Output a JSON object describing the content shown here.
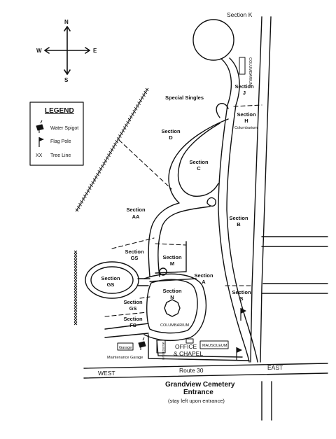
{
  "map": {
    "top_label": "Section K",
    "compass": {
      "n": "N",
      "s": "S",
      "e": "E",
      "w": "W"
    },
    "legend": {
      "title": "LEGEND",
      "items": [
        {
          "icon": "water-spigot-icon",
          "label": "Water Spigot"
        },
        {
          "icon": "flag-pole-icon",
          "label": "Flag Pole"
        },
        {
          "icon": "tree-line-icon",
          "symbol": "XX",
          "label": "Tree Line"
        }
      ]
    },
    "sections": [
      {
        "line1": "Section",
        "line2": "J"
      },
      {
        "line1": "Section",
        "line2": "H"
      },
      {
        "line1": "Section",
        "line2": "D"
      },
      {
        "line1": "Section",
        "line2": "C"
      },
      {
        "line1": "Section",
        "line2": "AA"
      },
      {
        "line1": "Section",
        "line2": "B"
      },
      {
        "line1": "Section",
        "line2": "GS"
      },
      {
        "line1": "Section",
        "line2": "M"
      },
      {
        "line1": "Section",
        "line2": "GS"
      },
      {
        "line1": "Section",
        "line2": "A"
      },
      {
        "line1": "Section",
        "line2": "N"
      },
      {
        "line1": "Section",
        "line2": "S"
      },
      {
        "line1": "Section",
        "line2": "GS"
      },
      {
        "line1": "Section",
        "line2": "FS"
      }
    ],
    "special_singles": "Special Singles",
    "columbarium": "Columbarium",
    "columbarium_caps": "COLUMBARIUM",
    "garage": "Garage",
    "maintenance_garage": "Maintenance Garage",
    "office_chapel": [
      "OFFICE",
      "& CHAPEL"
    ],
    "mausoleum": "MAUSOLEUM",
    "road": {
      "west": "WEST",
      "name": "Route 30",
      "east": "EAST"
    },
    "entrance": {
      "line1": "Grandview Cemetery",
      "line2": "Entrance",
      "note": "(stay left upon entrance)"
    }
  }
}
